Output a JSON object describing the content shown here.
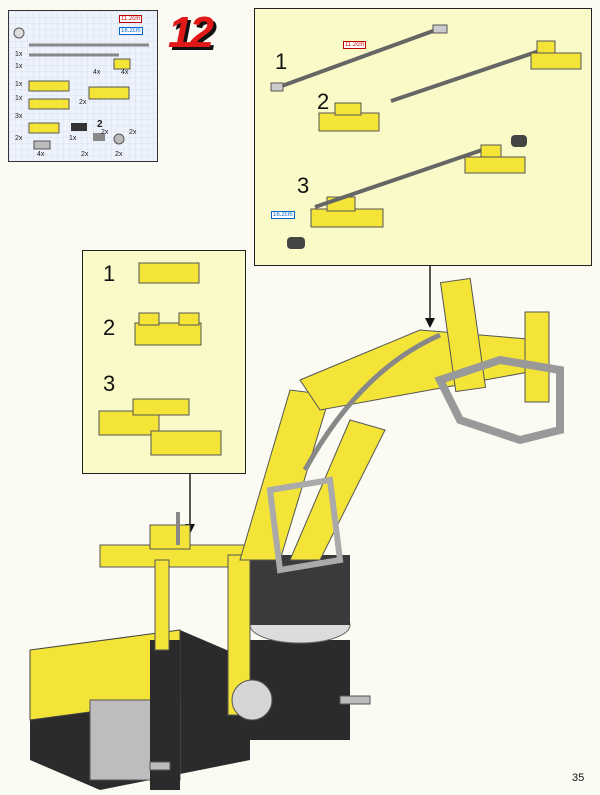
{
  "step_number": "12",
  "page_number": "35",
  "parts_list": {
    "measure_labels": [
      "11.2cm",
      "16.2cm"
    ],
    "quantities": [
      "1x",
      "1x",
      "4x",
      "4x",
      "1x",
      "1x",
      "2x",
      "3x",
      "2x",
      "4x",
      "1x",
      "2x",
      "2x",
      "2x",
      "2x"
    ],
    "marker_number": "2"
  },
  "top_panel": {
    "substeps": [
      "1",
      "2",
      "3"
    ],
    "measure_labels": [
      "11.2cm",
      "16.2cm"
    ]
  },
  "left_panel": {
    "substeps": [
      "1",
      "2",
      "3"
    ]
  },
  "colors": {
    "yellow": "#f3e437",
    "panel_bg": "#fafac8",
    "dark": "#2b2b2b",
    "axle": "#9a9a9a",
    "step_red": "#e01818"
  }
}
